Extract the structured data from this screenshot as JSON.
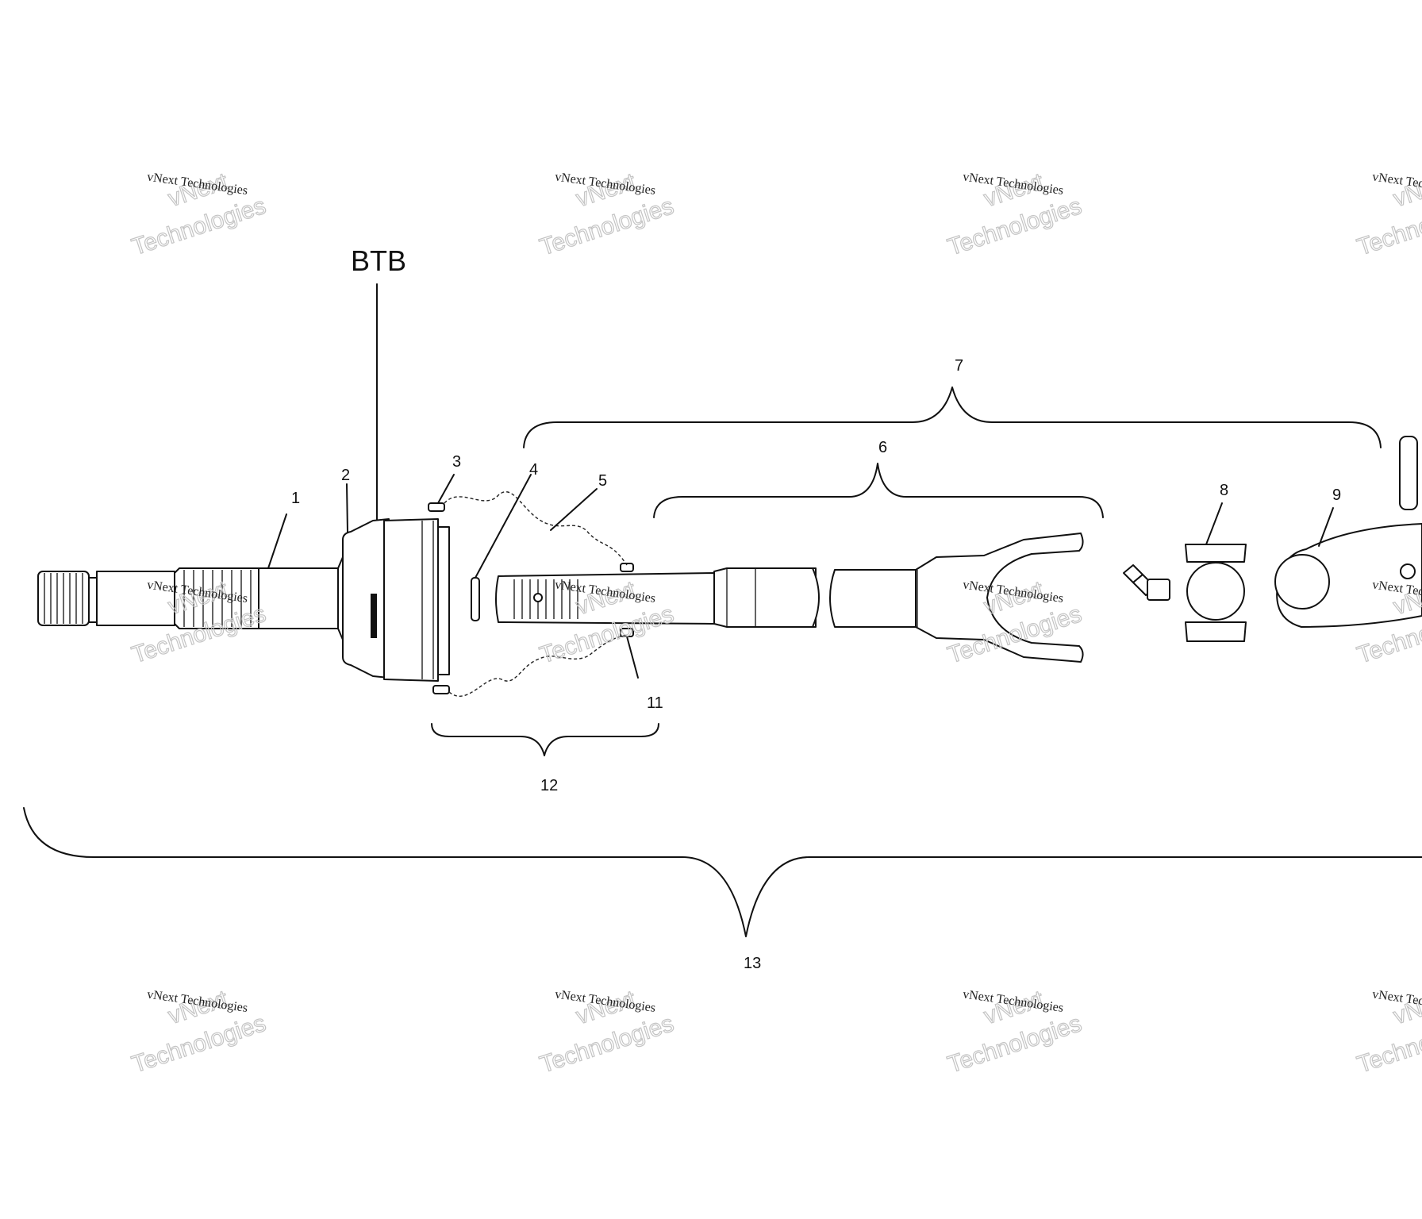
{
  "diagram": {
    "big_label": "BTB",
    "callouts": [
      "1",
      "2",
      "3",
      "4",
      "5",
      "6",
      "7",
      "8",
      "9",
      "11",
      "12",
      "13"
    ],
    "watermark": {
      "line_main": "vNext Technologies",
      "line_top": "vNext",
      "line_bottom": "Technologies"
    }
  }
}
